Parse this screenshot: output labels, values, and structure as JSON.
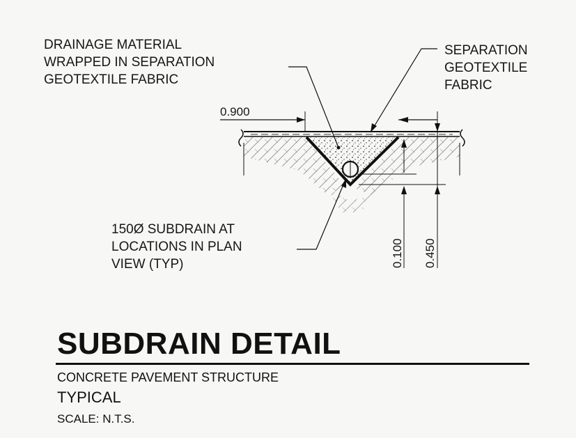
{
  "notes": {
    "drainage": [
      "DRAINAGE MATERIAL",
      "WRAPPED IN SEPARATION",
      "GEOTEXTILE FABRIC"
    ],
    "separation": [
      "SEPARATION",
      "GEOTEXTILE",
      "FABRIC"
    ],
    "subdrain": [
      "150Ø SUBDRAIN AT",
      "LOCATIONS IN PLAN",
      "VIEW (TYP)"
    ]
  },
  "dimensions": {
    "top_width": "0.900",
    "pipe_depth": "0.100",
    "trench_depth": "0.450"
  },
  "title": {
    "main": "SUBDRAIN DETAIL",
    "line1": "CONCRETE PAVEMENT STRUCTURE",
    "line2": "TYPICAL",
    "scale": "SCALE: N.T.S."
  }
}
